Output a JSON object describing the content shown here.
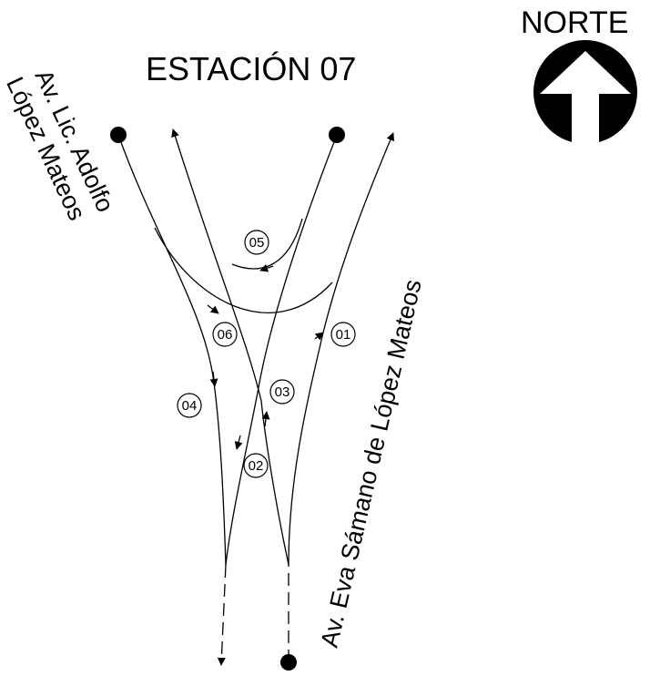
{
  "station_title": "ESTACIÓN 07",
  "north_label": "NORTE",
  "streets": {
    "adolfo_line1": "Av. Lic. Adolfo",
    "adolfo_line2": "López Mateos",
    "eva": "Av. Eva Sámano de López Mateos"
  },
  "movements": [
    {
      "id": "01",
      "label": "01"
    },
    {
      "id": "02",
      "label": "02"
    },
    {
      "id": "03",
      "label": "03"
    },
    {
      "id": "04",
      "label": "04"
    },
    {
      "id": "05",
      "label": "05"
    },
    {
      "id": "06",
      "label": "06"
    }
  ],
  "colors": {
    "ink": "#000000",
    "background": "#ffffff"
  }
}
